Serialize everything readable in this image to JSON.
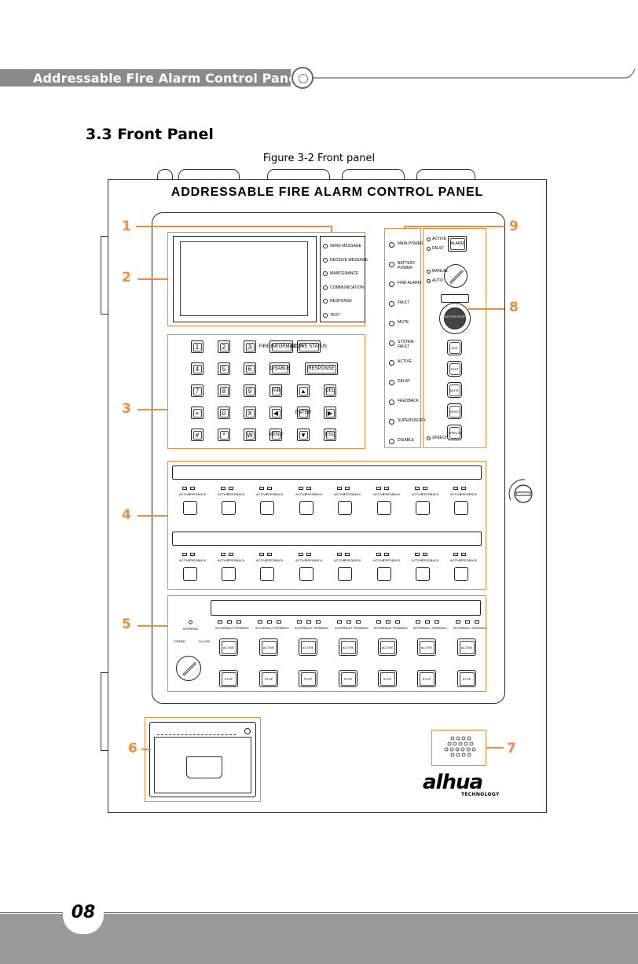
{
  "header": {
    "title": "Addressable Fire Alarm Control Panel"
  },
  "section": {
    "title": "3.3 Front Panel"
  },
  "figure": {
    "caption": "Figure 3-2 Front panel"
  },
  "panel": {
    "title": "ADDRESSABLE FIRE ALARM CONTROL PANEL",
    "status_leds": [
      "SEND MESSAGE",
      "RECEIVE MESSAGE",
      "MAINTENANCE",
      "COMMUNICATION",
      "RESPONSE",
      "TEST"
    ],
    "keypad": [
      [
        "1",
        "2",
        "3",
        "FIRE INFORMATION",
        "ACTIVE STATUS"
      ],
      [
        "4",
        "5",
        "6",
        "DISABLE",
        "RESPONSE"
      ],
      [
        "7",
        "8",
        "9",
        "TAB",
        "▲",
        "DEL"
      ],
      [
        "+",
        "0",
        "X",
        "◀",
        "ENTER",
        "▶"
      ],
      [
        "#",
        "*",
        "W",
        "MENU",
        "▼",
        "ESC"
      ]
    ],
    "indicators": [
      "MAIN POWER",
      "BATTERY POWER",
      "FIRE ALARM",
      "FAULT",
      "MUTE",
      "SYSTEM FAULT",
      "ACTIVE",
      "DELAY",
      "FEEDBACK",
      "SUPERVISORY",
      "DISABLE"
    ],
    "control": {
      "leds_top": [
        "ACTIVE",
        "FAULT"
      ],
      "alarm_key": "ALARM",
      "mode_leds": [
        "MANUAL",
        "AUTO"
      ],
      "stop_key": "ACTIVE STOP",
      "keys": [
        "ACK",
        "TEST",
        "MUTE",
        "RESET",
        "SPEECH"
      ],
      "speech_led": "SPEECH"
    },
    "module_label_active": "ACTIVE",
    "module_label_feedback": "FEEDBACK",
    "multiline": {
      "working": "WORKING",
      "forbid": "FORBID",
      "allow": "ALLOW",
      "col_labels": [
        "ACTIVE",
        "FAULT",
        "FEEDBACK"
      ],
      "active_key": "ACTIVE",
      "stop_key": "STOP"
    },
    "callouts": [
      "1",
      "2",
      "3",
      "4",
      "5",
      "6",
      "7",
      "8",
      "9"
    ]
  },
  "brand": {
    "name": "alhua",
    "sub": "TECHNOLOGY"
  },
  "footer": {
    "page": "08"
  },
  "colors": {
    "accent": "#f08c3c",
    "header_bar": "#8a8a8a",
    "footer_bar": "#9a9a9a"
  }
}
